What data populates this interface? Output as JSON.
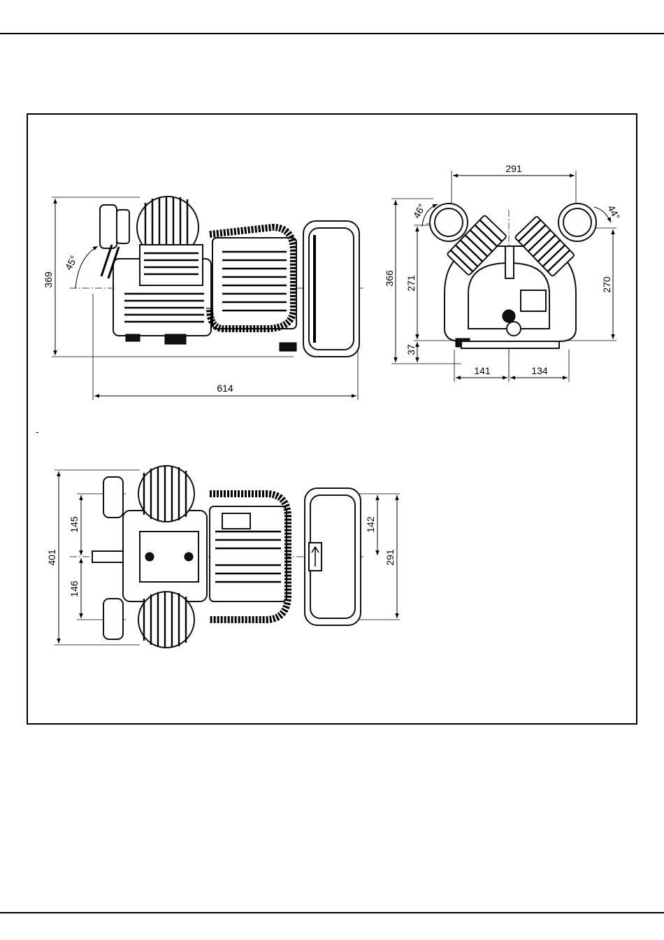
{
  "drawing": {
    "side_view": {
      "height_dim": "369",
      "angle_dim": "45°",
      "length_dim": "614"
    },
    "front_view": {
      "width_dim": "291",
      "angle_left_dim": "46°",
      "angle_right_dim": "44°",
      "total_height_dim": "366",
      "left_height_dim": "271",
      "right_height_dim": "270",
      "base_height_dim": "37",
      "left_half_dim": "141",
      "right_half_dim": "134"
    },
    "top_view": {
      "total_width_dim": "401",
      "upper_dim": "145",
      "lower_dim": "146",
      "right_upper_dim": "142",
      "right_total_dim": "291"
    },
    "stray_mark": "-"
  }
}
